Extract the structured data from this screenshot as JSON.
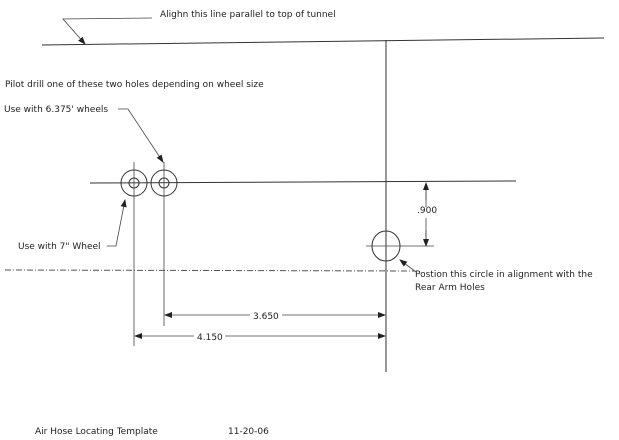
{
  "notes": {
    "align_line": "Alighn this line parallel to top of tunnel",
    "pilot_drill": "Pilot drill one of these two holes depending on wheel size",
    "use_6375": "Use with 6.375' wheels",
    "use_7": "Use with 7\" Wheel",
    "position_line1": "Postion this circle in alignment with the",
    "position_line2": "Rear Arm Holes"
  },
  "dimensions": {
    "vertical_offset": ".900",
    "short_horizontal": "3.650",
    "long_horizontal": "4.150"
  },
  "title_block": {
    "title": "Air Hose Locating Template",
    "date": "11-20-06"
  }
}
